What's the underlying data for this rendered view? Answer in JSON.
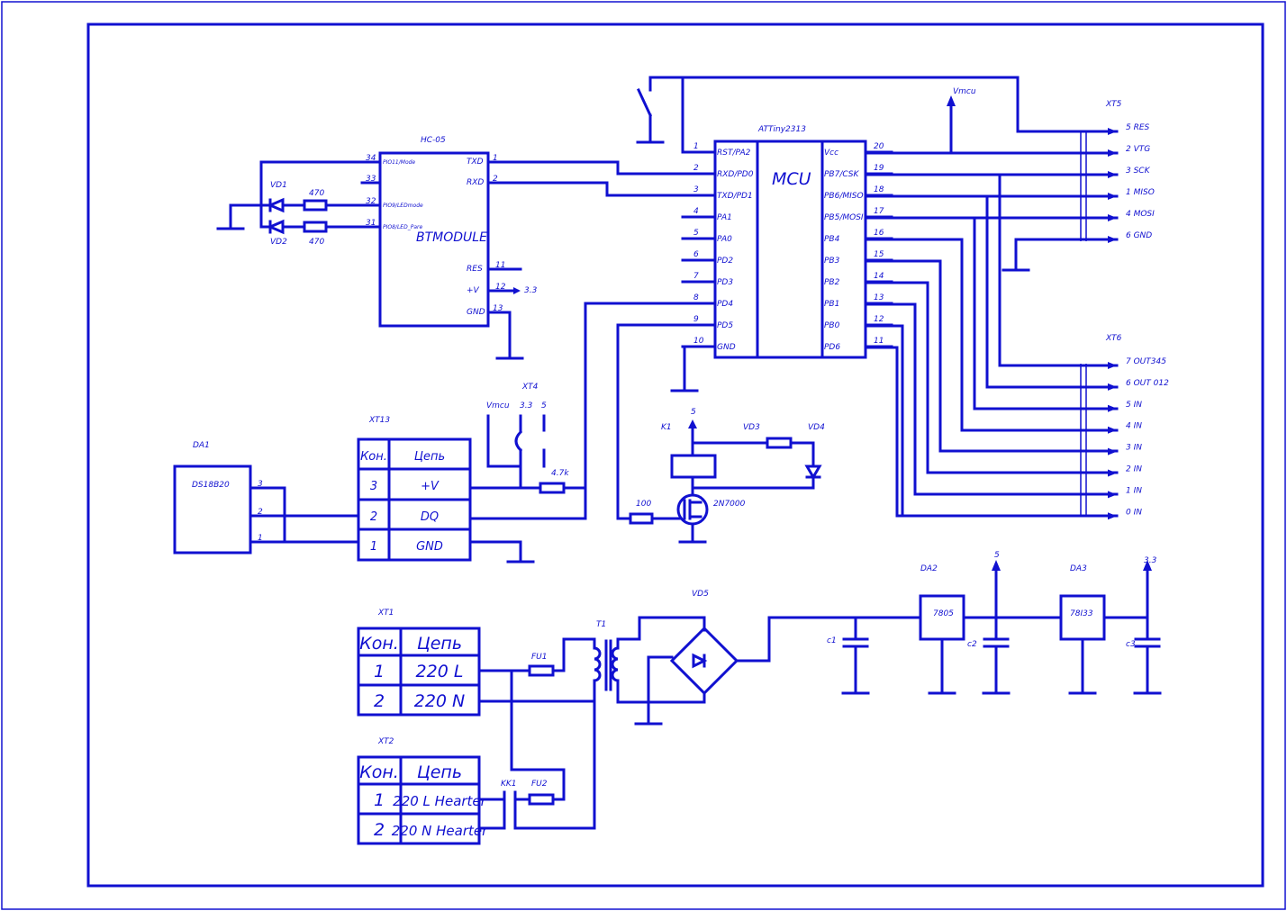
{
  "hc05": {
    "ref": "HC-05",
    "body": "BTMODULE",
    "left_pins": [
      {
        "num": "34",
        "name": "PIO11/Mode"
      },
      {
        "num": "33",
        "name": ""
      },
      {
        "num": "32",
        "name": "PIO9/LEDmode"
      },
      {
        "num": "31",
        "name": "PIO8/LED_Pare"
      }
    ],
    "right_pins": [
      {
        "num": "1",
        "name": "TXD"
      },
      {
        "num": "2",
        "name": "RXD"
      },
      {
        "num": "11",
        "name": "RES"
      },
      {
        "num": "12",
        "name": "+V"
      },
      {
        "num": "13",
        "name": "GND"
      }
    ],
    "supply": "3.3"
  },
  "leds": [
    {
      "ref": "VD1",
      "resistor": "470"
    },
    {
      "ref": "VD2",
      "resistor": "470"
    }
  ],
  "mcu": {
    "ref": "ATTiny2313",
    "body": "MCU",
    "left_pins": [
      {
        "num": "1",
        "name": "RST/PA2"
      },
      {
        "num": "2",
        "name": "RXD/PD0"
      },
      {
        "num": "3",
        "name": "TXD/PD1"
      },
      {
        "num": "4",
        "name": "PA1"
      },
      {
        "num": "5",
        "name": "PA0"
      },
      {
        "num": "6",
        "name": "PD2"
      },
      {
        "num": "7",
        "name": "PD3"
      },
      {
        "num": "8",
        "name": "PD4"
      },
      {
        "num": "9",
        "name": "PD5"
      },
      {
        "num": "10",
        "name": "GND"
      }
    ],
    "right_pins": [
      {
        "num": "20",
        "name": "Vcc"
      },
      {
        "num": "19",
        "name": "PB7/CSK"
      },
      {
        "num": "18",
        "name": "PB6/MISO"
      },
      {
        "num": "17",
        "name": "PB5/MOSI"
      },
      {
        "num": "16",
        "name": "PB4"
      },
      {
        "num": "15",
        "name": "PB3"
      },
      {
        "num": "14",
        "name": "PB2"
      },
      {
        "num": "13",
        "name": "PB1"
      },
      {
        "num": "12",
        "name": "PB0"
      },
      {
        "num": "11",
        "name": "PD6"
      }
    ]
  },
  "vmcu_label": "Vmcu",
  "xt5": {
    "ref": "XT5",
    "pins": [
      "5 RES",
      "2 VTG",
      "3 SCK",
      "1 MISO",
      "4 MOSI",
      "6 GND"
    ]
  },
  "xt6": {
    "ref": "XT6",
    "pins": [
      "7 OUT345",
      "6 OUT 012",
      "5 IN",
      "4 IN",
      "3 IN",
      "2 IN",
      "1 IN",
      "0 IN"
    ]
  },
  "xt4": {
    "ref": "XT4",
    "labels": [
      "Vmcu",
      "3.3",
      "5"
    ]
  },
  "pullup": "4.7k",
  "xt13": {
    "ref": "XT13",
    "header": [
      "Кон.",
      "Цепь"
    ],
    "rows": [
      [
        "3",
        "+V"
      ],
      [
        "2",
        "DQ"
      ],
      [
        "1",
        "GND"
      ]
    ]
  },
  "da1": {
    "ref": "DA1",
    "part": "DS18B20",
    "pins": [
      "3",
      "2",
      "1"
    ]
  },
  "relay": {
    "ref": "K1",
    "supply": "5",
    "gate_r": "100",
    "fet": "2N7000",
    "diode": "VD3",
    "led": "VD4"
  },
  "xt1": {
    "ref": "XT1",
    "header": [
      "Кон.",
      "Цепь"
    ],
    "rows": [
      [
        "1",
        "220 L"
      ],
      [
        "2",
        "220 N"
      ]
    ]
  },
  "xt2": {
    "ref": "XT2",
    "header": [
      "Кон.",
      "Цепь"
    ],
    "rows": [
      [
        "1",
        "220 L Hearter"
      ],
      [
        "2",
        "220 N Hearter"
      ]
    ]
  },
  "fuses": [
    "FU1",
    "FU2"
  ],
  "contact": "KK1",
  "transformer": "T1",
  "bridge": "VD5",
  "power": {
    "c1": "c1",
    "c2": "c2",
    "c3": "c3",
    "da2": {
      "ref": "DA2",
      "part": "7805",
      "out": "5"
    },
    "da3": {
      "ref": "DA3",
      "part": "78I33",
      "out": "3.3"
    }
  },
  "colors": {
    "ink": "#1010d0",
    "background": "#ffffff"
  }
}
